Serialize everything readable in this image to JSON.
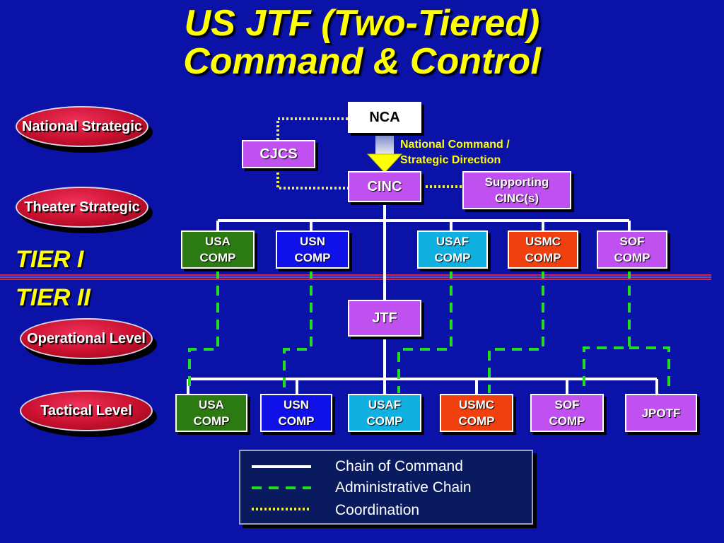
{
  "title": {
    "line1": "US JTF (Two-Tiered)",
    "line2": "Command & Control"
  },
  "levels": [
    {
      "label": "National Strategic"
    },
    {
      "label": "Theater Strategic"
    },
    {
      "label": "Operational Level"
    },
    {
      "label": "Tactical Level"
    }
  ],
  "tiers": {
    "tier1": "TIER I",
    "tier2": "TIER II"
  },
  "top": {
    "nca": "NCA",
    "cjcs": "CJCS",
    "cinc": "CINC",
    "supporting": "Supporting CINC(s)",
    "annotation_line1": "National Command /",
    "annotation_line2": "Strategic Direction"
  },
  "tier1_components": [
    "USA COMP",
    "USN COMP",
    "USAF COMP",
    "USMC COMP",
    "SOF COMP"
  ],
  "jtf": "JTF",
  "tier2_components": [
    "USA COMP",
    "USN COMP",
    "USAF COMP",
    "USMC COMP",
    "SOF COMP",
    "JPOTF"
  ],
  "legend": {
    "chain_of_command": "Chain of Command",
    "administrative_chain": "Administrative Chain",
    "coordination": "Coordination"
  },
  "colors": {
    "background": "#0a12a8",
    "title": "#ffff00",
    "box_purple": "#c050f0",
    "army_green": "#2c7a12",
    "navy_blue": "#1010e8",
    "airforce_cyan": "#10b0e0",
    "marine_orange": "#f04010",
    "admin_line": "#22dd22",
    "coord_line": "#e8e85a",
    "level_red": "#c8102e"
  },
  "icons": [
    "down-arrow-icon"
  ]
}
